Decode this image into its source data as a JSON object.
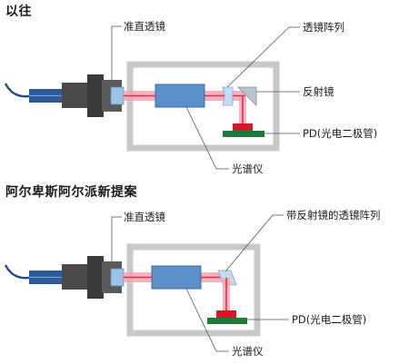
{
  "top": {
    "heading": "以往",
    "labels": {
      "collimator": "准直透镜",
      "lens_array": "透镜阵列",
      "mirror": "反射镜",
      "pd": "PD(光电二极管)",
      "spectrometer": "光谱仪"
    }
  },
  "bottom": {
    "heading": "阿尔卑斯阿尔派新提案",
    "labels": {
      "collimator": "准直透镜",
      "mirror_lens_array": "带反射镜的透镜阵列",
      "pd": "PD(光电二极管)",
      "spectrometer": "光谱仪"
    }
  },
  "colors": {
    "fiber": "#1e4d8c",
    "housing": "#c8c8c8",
    "connector": "#4a4a4a",
    "laser": "#f2a5b3",
    "spectrometer": "#5b8fc7",
    "pd_chip": "#d6182a",
    "pd_board": "#1f7a3a",
    "lens": "#9fc3e6"
  }
}
